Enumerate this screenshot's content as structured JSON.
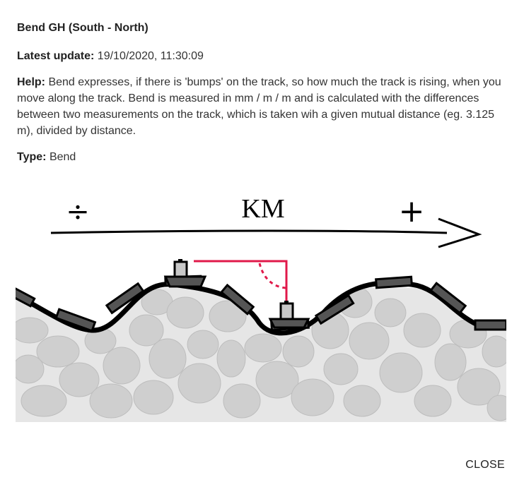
{
  "dialog": {
    "title": "Bend GH (South - North)",
    "latest_update_label": "Latest update:",
    "latest_update_value": "19/10/2020, 11:30:09",
    "help_label": "Help:",
    "help_text": "Bend expresses, if there is 'bumps' on the track, so how much the track is rising, when you move along the track. Bend is measured in mm / m / m and is calculated with the differences between two measurements on the track, which is taken wih a given mutual distance (eg. 3.125 m), divided by distance.",
    "type_label": "Type:",
    "type_value": "Bend",
    "close_label": "CLOSE"
  },
  "illustration": {
    "minus_symbol": "÷",
    "axis_label": "KM",
    "plus_symbol": "+",
    "colors": {
      "rail": "#000000",
      "sleeper": "#555555",
      "measure_line": "#e0194a",
      "ballast": "#d0d0d0"
    }
  }
}
